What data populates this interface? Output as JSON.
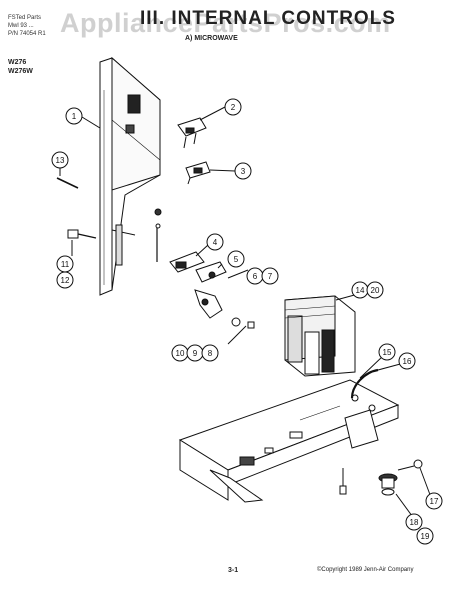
{
  "header": {
    "left_lines": [
      "FSTed Parts",
      "Mwl 93 ...",
      "P/N 74054 R1"
    ],
    "title": "III. INTERNAL CONTROLS",
    "subtitle": "A) MICROWAVE",
    "models": [
      "W276",
      "W276W"
    ]
  },
  "watermark": "AppliancePartsPros.com",
  "footer": {
    "page_number": "3-1",
    "copyright": "©Copyright 1989 Jenn-Air Company"
  },
  "callouts": [
    {
      "id": "c1",
      "label": "1"
    },
    {
      "id": "c2",
      "label": "2"
    },
    {
      "id": "c3",
      "label": "3"
    },
    {
      "id": "c4",
      "label": "4"
    },
    {
      "id": "c5",
      "label": "5"
    },
    {
      "id": "c6",
      "label": "6"
    },
    {
      "id": "c7",
      "label": "7"
    },
    {
      "id": "c8",
      "label": "8"
    },
    {
      "id": "c9",
      "label": "9"
    },
    {
      "id": "c10",
      "label": "10"
    },
    {
      "id": "c11",
      "label": "11"
    },
    {
      "id": "c12",
      "label": "12"
    },
    {
      "id": "c13",
      "label": "13"
    },
    {
      "id": "c14",
      "label": "14"
    },
    {
      "id": "c15",
      "label": "15"
    },
    {
      "id": "c16",
      "label": "16"
    },
    {
      "id": "c17",
      "label": "17"
    },
    {
      "id": "c18",
      "label": "18"
    },
    {
      "id": "c19",
      "label": "19"
    },
    {
      "id": "c20",
      "label": "20"
    }
  ]
}
